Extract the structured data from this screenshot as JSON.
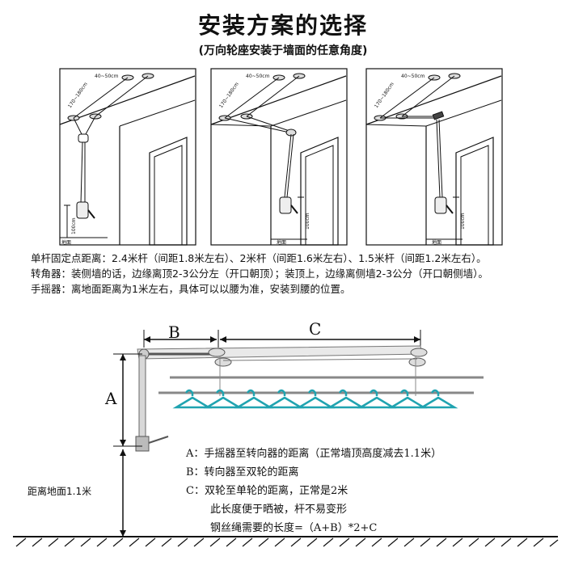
{
  "header": {
    "title": "安装方案的选择",
    "subtitle": "(万向轮座安装于墙面的任意角度)"
  },
  "panels": [
    {
      "dim_diag": "170~180cm",
      "dim_top": "40~50cm",
      "dim_height": "100cm",
      "floor": "地面"
    },
    {
      "dim_diag": "170~180cm",
      "dim_top": "40~50cm",
      "dim_height": "100cm",
      "floor": "地面"
    },
    {
      "dim_diag": "170~180cm",
      "dim_top": "40~50cm",
      "dim_height": "100cm",
      "floor": "地面"
    }
  ],
  "notes": [
    "单杆固定点距离：2.4米杆（间距1.8米左右）、2米杆（间距1.6米左右）、1.5米杆（间距1.2米左右）。",
    "转角器：装侧墙的话，边缘离顶2-3公分左（开口朝顶）；装顶上，边缘离侧墙2-3公分（开口朝侧墙）。",
    "手摇器：离地面距离为1米左右，具体可以以腰为准，安装到腰的位置。"
  ],
  "diagram": {
    "label_a": "A",
    "label_b": "B",
    "label_c": "C",
    "floor_label": "距离地面1.1米",
    "legend": [
      "A：手摇器至转向器的距离（正常墙顶高度减去1.1米）",
      "B：转向器至双轮的距离",
      "C：双轮至单轮的距离，正常是2米",
      "此长度便于晒被，杆不易变形",
      "钢丝绳需要的长度=（A+B）*2+C"
    ]
  }
}
